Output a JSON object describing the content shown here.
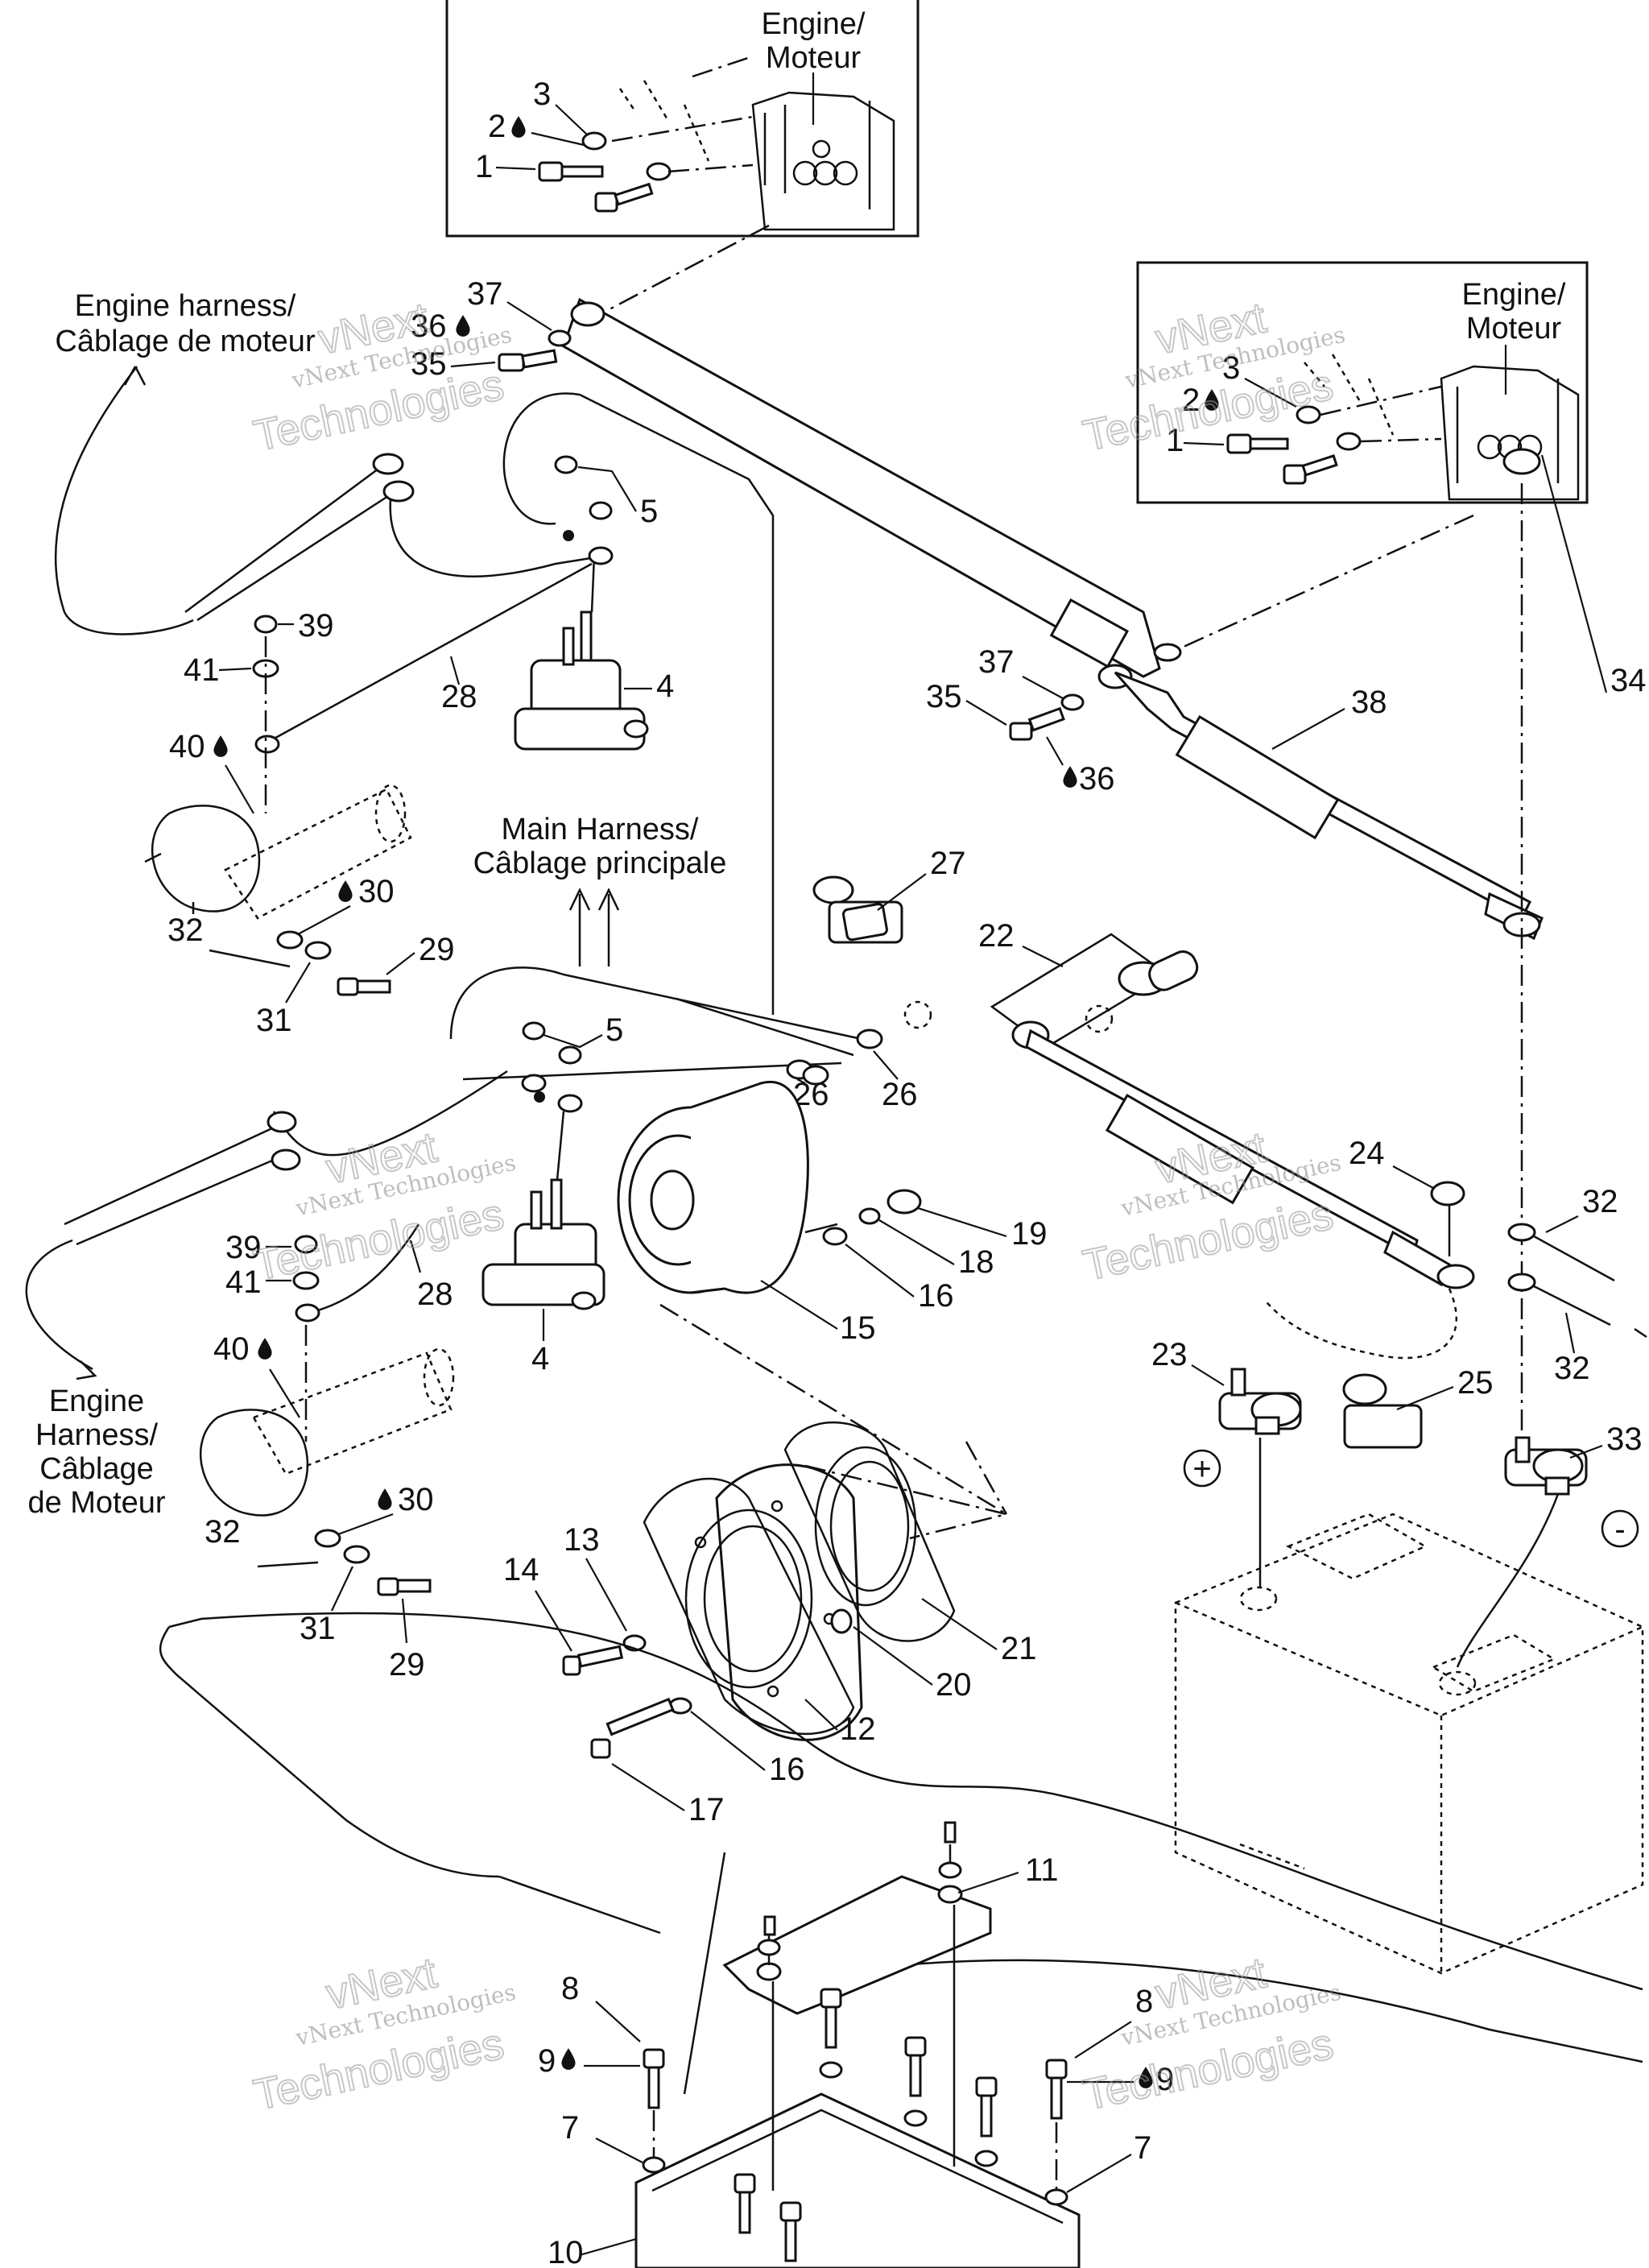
{
  "callouts": {
    "engine_top_a": "Engine/",
    "engine_top_b": "Moteur",
    "engine_right_a": "Engine/",
    "engine_right_b": "Moteur",
    "harness_top_a": "Engine harness/",
    "harness_top_b": "Câblage de moteur",
    "main_harness_a": "Main Harness/",
    "main_harness_b": "Câblage principale",
    "harness_left_a": "Engine",
    "harness_left_b": "Harness/",
    "harness_left_c": "Câblage",
    "harness_left_d": "de Moteur",
    "plus": "+",
    "minus": "-"
  },
  "numbers": {
    "n1a": "1",
    "n2a": "2",
    "n3a": "3",
    "n1b": "1",
    "n2b": "2",
    "n3b": "3",
    "n37a": "37",
    "n36a": "36",
    "n35a": "35",
    "n5a": "5",
    "n39a": "39",
    "n41a": "41",
    "n4a": "4",
    "n28a": "28",
    "n40a": "40",
    "n32a": "32",
    "n30a": "30",
    "n29a": "29",
    "n31a": "31",
    "n37b": "37",
    "n35b": "35",
    "n36b": "36",
    "n38": "38",
    "n34": "34",
    "n27": "27",
    "n22": "22",
    "n5b": "5",
    "n26a": "26",
    "n26b": "26",
    "n24": "24",
    "n19": "19",
    "n18": "18",
    "n16a": "16",
    "n15": "15",
    "n39b": "39",
    "n41b": "41",
    "n28b": "28",
    "n4b": "4",
    "n40b": "40",
    "n30b": "30",
    "n32b": "32",
    "n31b": "31",
    "n29b": "29",
    "n32c": "32",
    "n32d": "32",
    "n23": "23",
    "n25": "25",
    "n33": "33",
    "n14": "14",
    "n13": "13",
    "n20": "20",
    "n21": "21",
    "n12": "12",
    "n16b": "16",
    "n17": "17",
    "n11": "11",
    "n8a": "8",
    "n9a": "9",
    "n7a": "7",
    "n10": "10",
    "n8b": "8",
    "n9b": "9",
    "n7b": "7"
  },
  "watermark": {
    "line1": "vNext Technologies",
    "line2a": "vNext",
    "line2b": "Technologies"
  },
  "icons": {
    "drop": "oil-drop-icon"
  }
}
